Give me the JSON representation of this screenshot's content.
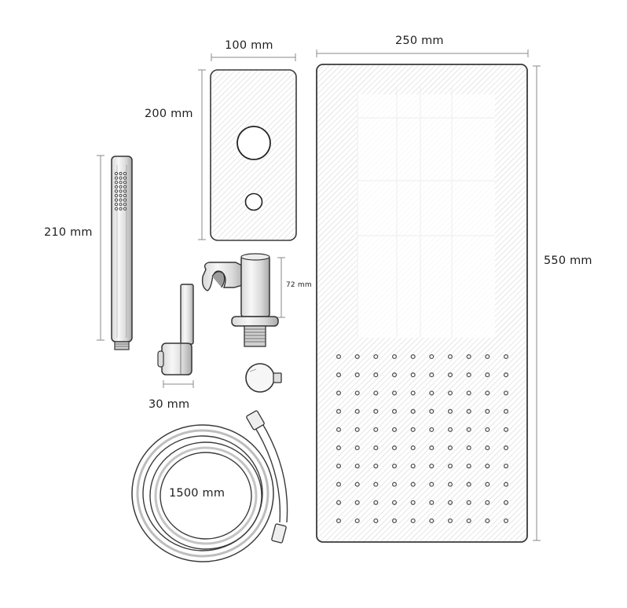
{
  "diagram": {
    "subject": "Concealed shower set components with dimensions",
    "colors": {
      "outline": "#3a3a3a",
      "dimension_line": "#8a8a8a",
      "hatch": "#c9c9c9",
      "label": "#1f1f1f",
      "background": "#ffffff"
    },
    "components": {
      "valve_plate": {
        "name": "Mixer cover plate",
        "width_label": "100 mm",
        "height_label": "200 mm",
        "holes": 2
      },
      "rain_head": {
        "name": "Rectangular rain shower head",
        "width_label": "250 mm",
        "height_label": "550 mm",
        "nozzle_grid": {
          "columns": 10,
          "rows": 10
        }
      },
      "hand_shower": {
        "name": "Stick hand shower",
        "length_label": "210 mm"
      },
      "wall_elbow": {
        "name": "Wall outlet elbow with holder",
        "height_label": "72 mm"
      },
      "lever_handle": {
        "name": "Lever handle",
        "width_label": "30 mm"
      },
      "knob": {
        "name": "Diverter knob"
      },
      "hose": {
        "name": "Shower hose",
        "length_label": "1500 mm"
      }
    }
  }
}
